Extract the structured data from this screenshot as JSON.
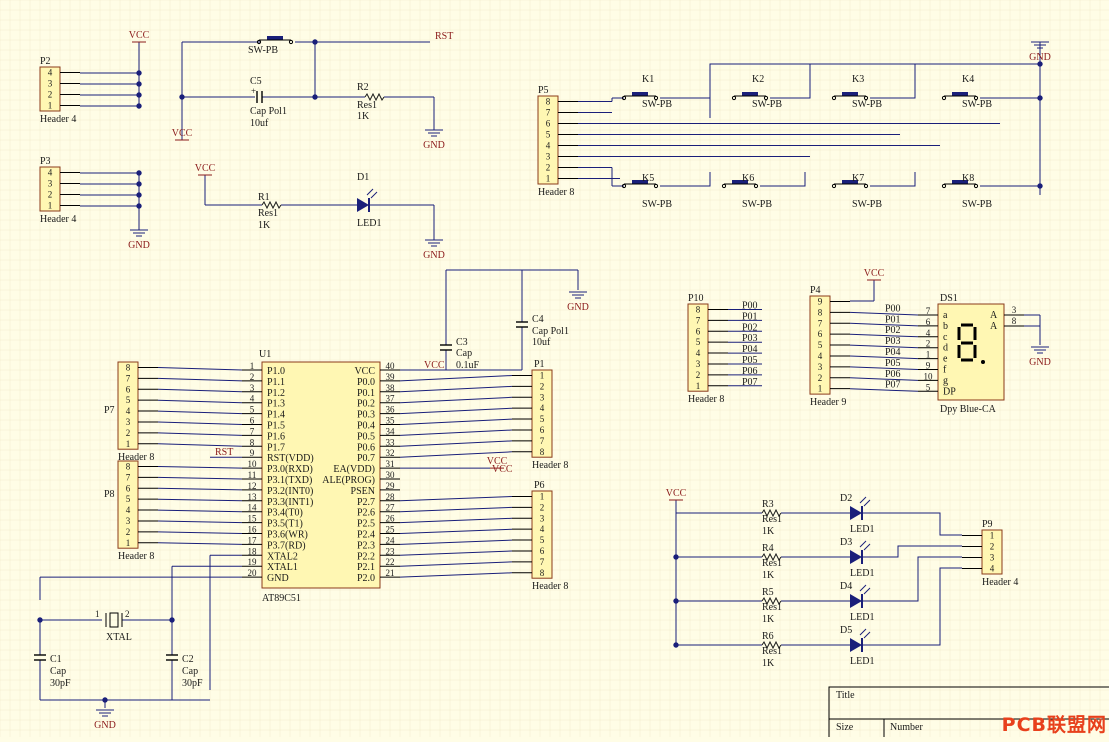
{
  "power": {
    "vcc": "VCC",
    "gnd": "GND",
    "rst": "RST"
  },
  "components": {
    "p2": {
      "designator": "P2",
      "comment": "Header 4"
    },
    "p3": {
      "designator": "P3",
      "comment": "Header 4"
    },
    "sw_rst": {
      "designator": "",
      "comment": "SW-PB"
    },
    "c5": {
      "designator": "C5",
      "comment": "Cap Pol1",
      "value": "10uf"
    },
    "r2": {
      "designator": "R2",
      "comment": "Res1",
      "value": "1K"
    },
    "r1": {
      "designator": "R1",
      "comment": "Res1",
      "value": "1K"
    },
    "d1": {
      "designator": "D1",
      "comment": "LED1"
    },
    "p5": {
      "designator": "P5",
      "comment": "Header 8"
    },
    "keys": [
      {
        "designator": "K1",
        "comment": "SW-PB"
      },
      {
        "designator": "K2",
        "comment": "SW-PB"
      },
      {
        "designator": "K3",
        "comment": "SW-PB"
      },
      {
        "designator": "K4",
        "comment": "SW-PB"
      },
      {
        "designator": "K5",
        "comment": "SW-PB"
      },
      {
        "designator": "K6",
        "comment": "SW-PB"
      },
      {
        "designator": "K7",
        "comment": "SW-PB"
      },
      {
        "designator": "K8",
        "comment": "SW-PB"
      }
    ],
    "u1": {
      "designator": "U1",
      "comment": "AT89C51"
    },
    "p7": {
      "designator": "P7",
      "comment": "Header 8"
    },
    "p8": {
      "designator": "P8",
      "comment": "Header 8"
    },
    "p1": {
      "designator": "P1",
      "comment": "Header 8"
    },
    "p6": {
      "designator": "P6",
      "comment": "Header 8"
    },
    "c3": {
      "designator": "C3",
      "comment": "Cap",
      "value": "0.1uF"
    },
    "c4": {
      "designator": "C4",
      "comment": "Cap Pol1",
      "value": "10uf"
    },
    "c1": {
      "designator": "C1",
      "comment": "Cap",
      "value": "30pF"
    },
    "c2": {
      "designator": "C2",
      "comment": "Cap",
      "value": "30pF"
    },
    "y1": {
      "designator": "",
      "comment": "XTAL",
      "pin1": "1",
      "pin2": "2"
    },
    "p10": {
      "designator": "P10",
      "comment": "Header 8"
    },
    "p4": {
      "designator": "P4",
      "comment": "Header 9"
    },
    "ds1": {
      "designator": "DS1",
      "comment": "Dpy Blue-CA"
    },
    "leds": [
      {
        "rdes": "R3",
        "rcom": "Res1",
        "rval": "1K",
        "ddes": "D2",
        "dcom": "LED1"
      },
      {
        "rdes": "R4",
        "rcom": "Res1",
        "rval": "1K",
        "ddes": "D3",
        "dcom": "LED1"
      },
      {
        "rdes": "R5",
        "rcom": "Res1",
        "rval": "1K",
        "ddes": "D4",
        "dcom": "LED1"
      },
      {
        "rdes": "R6",
        "rcom": "Res1",
        "rval": "1K",
        "ddes": "D5",
        "dcom": "LED1"
      }
    ],
    "p9": {
      "designator": "P9",
      "comment": "Header 4"
    }
  },
  "pins": {
    "header4": [
      "4",
      "3",
      "2",
      "1"
    ],
    "header8_desc": [
      "8",
      "7",
      "6",
      "5",
      "4",
      "3",
      "2",
      "1"
    ],
    "header8_asc": [
      "1",
      "2",
      "3",
      "4",
      "5",
      "6",
      "7",
      "8"
    ],
    "header9_desc": [
      "9",
      "8",
      "7",
      "6",
      "5",
      "4",
      "3",
      "2",
      "1"
    ],
    "p9": [
      "1",
      "2",
      "3",
      "4"
    ]
  },
  "mcu": {
    "left": [
      {
        "num": "1",
        "name": "P1.0"
      },
      {
        "num": "2",
        "name": "P1.1"
      },
      {
        "num": "3",
        "name": "P1.2"
      },
      {
        "num": "4",
        "name": "P1.3"
      },
      {
        "num": "5",
        "name": "P1.4"
      },
      {
        "num": "6",
        "name": "P1.5"
      },
      {
        "num": "7",
        "name": "P1.6"
      },
      {
        "num": "8",
        "name": "P1.7"
      },
      {
        "num": "9",
        "name": "RST(VDD)"
      },
      {
        "num": "10",
        "name": "P3.0(RXD)"
      },
      {
        "num": "11",
        "name": "P3.1(TXD)"
      },
      {
        "num": "12",
        "name": "P3.2(INT0)"
      },
      {
        "num": "13",
        "name": "P3.3(INT1)"
      },
      {
        "num": "14",
        "name": "P3.4(T0)"
      },
      {
        "num": "15",
        "name": "P3.5(T1)"
      },
      {
        "num": "16",
        "name": "P3.6(WR)"
      },
      {
        "num": "17",
        "name": "P3.7(RD)"
      },
      {
        "num": "18",
        "name": "XTAL2"
      },
      {
        "num": "19",
        "name": "XTAL1"
      },
      {
        "num": "20",
        "name": "GND"
      }
    ],
    "right": [
      {
        "num": "40",
        "name": "VCC"
      },
      {
        "num": "39",
        "name": "P0.0"
      },
      {
        "num": "38",
        "name": "P0.1"
      },
      {
        "num": "37",
        "name": "P0.2"
      },
      {
        "num": "36",
        "name": "P0.3"
      },
      {
        "num": "35",
        "name": "P0.4"
      },
      {
        "num": "34",
        "name": "P0.5"
      },
      {
        "num": "33",
        "name": "P0.6"
      },
      {
        "num": "32",
        "name": "P0.7"
      },
      {
        "num": "31",
        "name": "EA(VDD)"
      },
      {
        "num": "30",
        "name": "ALE(PROG)"
      },
      {
        "num": "29",
        "name": "PSEN"
      },
      {
        "num": "28",
        "name": "P2.7"
      },
      {
        "num": "27",
        "name": "P2.6"
      },
      {
        "num": "26",
        "name": "P2.5"
      },
      {
        "num": "25",
        "name": "P2.4"
      },
      {
        "num": "24",
        "name": "P2.3"
      },
      {
        "num": "23",
        "name": "P2.2"
      },
      {
        "num": "22",
        "name": "P2.1"
      },
      {
        "num": "21",
        "name": "P2.0"
      }
    ]
  },
  "nets": {
    "p0": [
      "P00",
      "P01",
      "P02",
      "P03",
      "P04",
      "P05",
      "P06",
      "P07"
    ],
    "ds_pins": [
      "7",
      "6",
      "4",
      "2",
      "1",
      "9",
      "10",
      "5"
    ],
    "ds_segments": [
      "a",
      "b",
      "c",
      "d",
      "e",
      "f",
      "g",
      "DP"
    ],
    "ds_anode": {
      "pin3": "3",
      "pin8": "8",
      "label": "A"
    }
  },
  "title_block": {
    "title": "Title",
    "size": "Size",
    "number": "Number"
  },
  "watermark": "PCB联盟网"
}
